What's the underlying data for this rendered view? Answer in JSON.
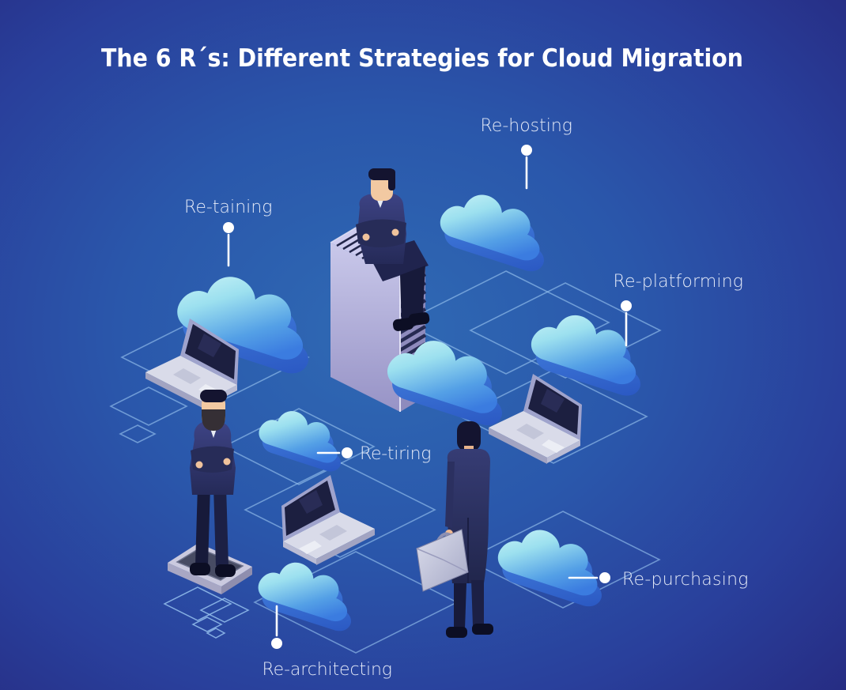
{
  "title": "The 6 R´s: Different Strategies for Cloud Migration",
  "strategies": {
    "rehosting": {
      "label": "Re-hosting"
    },
    "retaining": {
      "label": "Re-taining"
    },
    "replatforming": {
      "label": "Re-platforming"
    },
    "retiring": {
      "label": "Re-tiring"
    },
    "repurchasing": {
      "label": "Re-purchasing"
    },
    "rearchitecting": {
      "label": "Re-architecting"
    }
  },
  "scene": {
    "icons": [
      "cloud-icon",
      "server-rack-icon",
      "laptop-icon",
      "businessman-icon",
      "briefcase-icon",
      "platform-icon",
      "network-grid-icon",
      "connector-dot",
      "connector-line"
    ],
    "cloud_count": 7,
    "laptop_count": 3,
    "businessman_count": 3
  },
  "colors": {
    "background_center": "#2f6ab4",
    "background_edge": "#262a80",
    "cloud_light": "#d3f7f8",
    "cloud_dark": "#2a57c2",
    "suit_navy": "#2e3468",
    "server_lavender": "#c6c5e8",
    "grid_line": "#9cc8f2",
    "label_text": "#e4eaf8",
    "title_text": "#ffffff",
    "skin": "#f2c9a2"
  }
}
